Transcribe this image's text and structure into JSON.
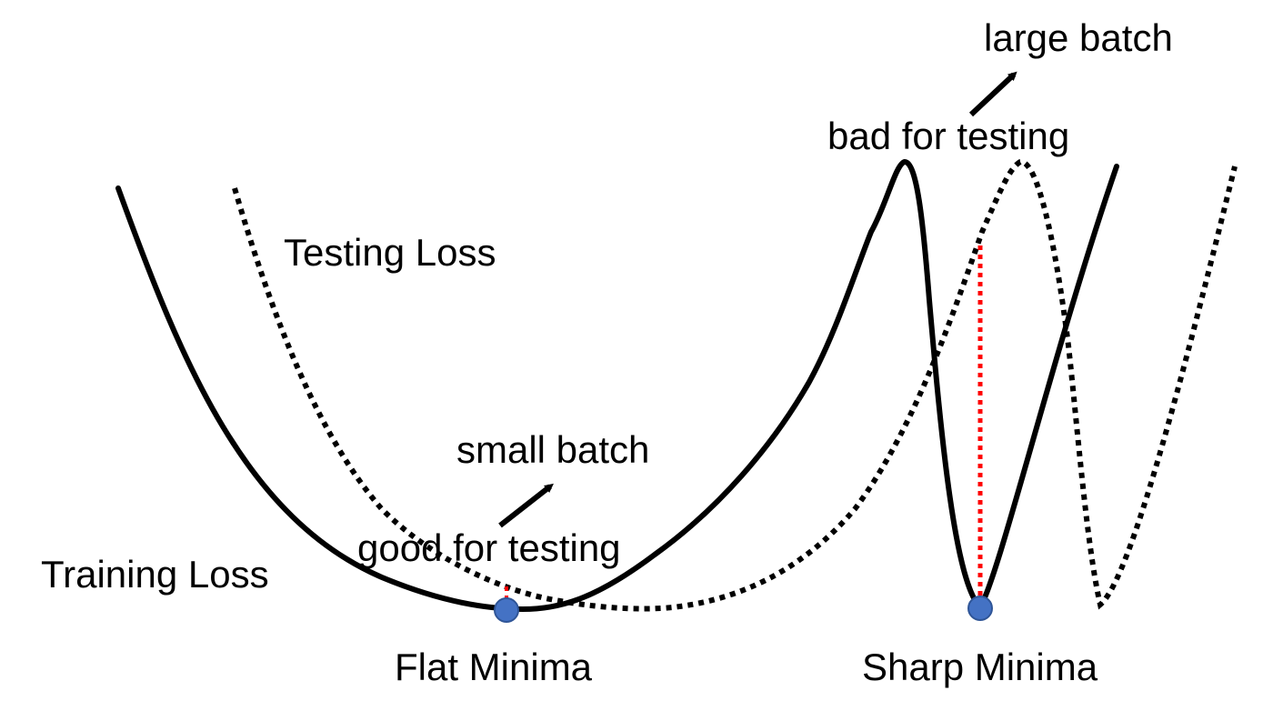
{
  "labels": {
    "large_batch": "large batch",
    "bad_for_testing": "bad for testing",
    "testing_loss": "Testing Loss",
    "small_batch": "small batch",
    "good_for_testing": "good for testing",
    "training_loss": "Training Loss",
    "flat_minima": "Flat Minima",
    "sharp_minima": "Sharp Minima"
  },
  "colors": {
    "curve": "#000000",
    "gap": "#ff0000",
    "minimum_dot": "#4472c4",
    "minimum_dot_outline": "#2f5597",
    "arrow": "#000000"
  }
}
